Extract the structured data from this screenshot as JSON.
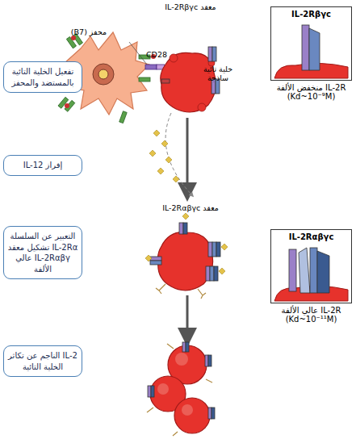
{
  "diagram": {
    "nodes": [
      {
        "text": [
          "تفعيل الخلية التائية بالمستضد والمحفز"
        ]
      },
      {
        "text": [
          "إفراز IL-12"
        ]
      },
      {
        "text": [
          "التعبير عن السلسلة IL-2Rα تشكيل معقد IL-2Rαβγ عالي الألفة"
        ]
      },
      {
        "text": [
          "IL-2 الناجم عن تكاثر الخلية التائية"
        ]
      },
      {
        "text": [
          "IL-2Rβγc",
          "IL-2R منخفض الألفة",
          "(Kd~10⁻⁹M)"
        ]
      },
      {
        "text": [
          "IL-2Rαβγc",
          "IL-2R عالي الألفة",
          "(Kd~10⁻¹¹M)"
        ]
      }
    ],
    "labels": [
      "معقد IL-2Rβγc",
      "محفز (B7)",
      "CD28",
      "خلية تائية ساذجة",
      "معقد IL-2Rαβγc"
    ]
  }
}
